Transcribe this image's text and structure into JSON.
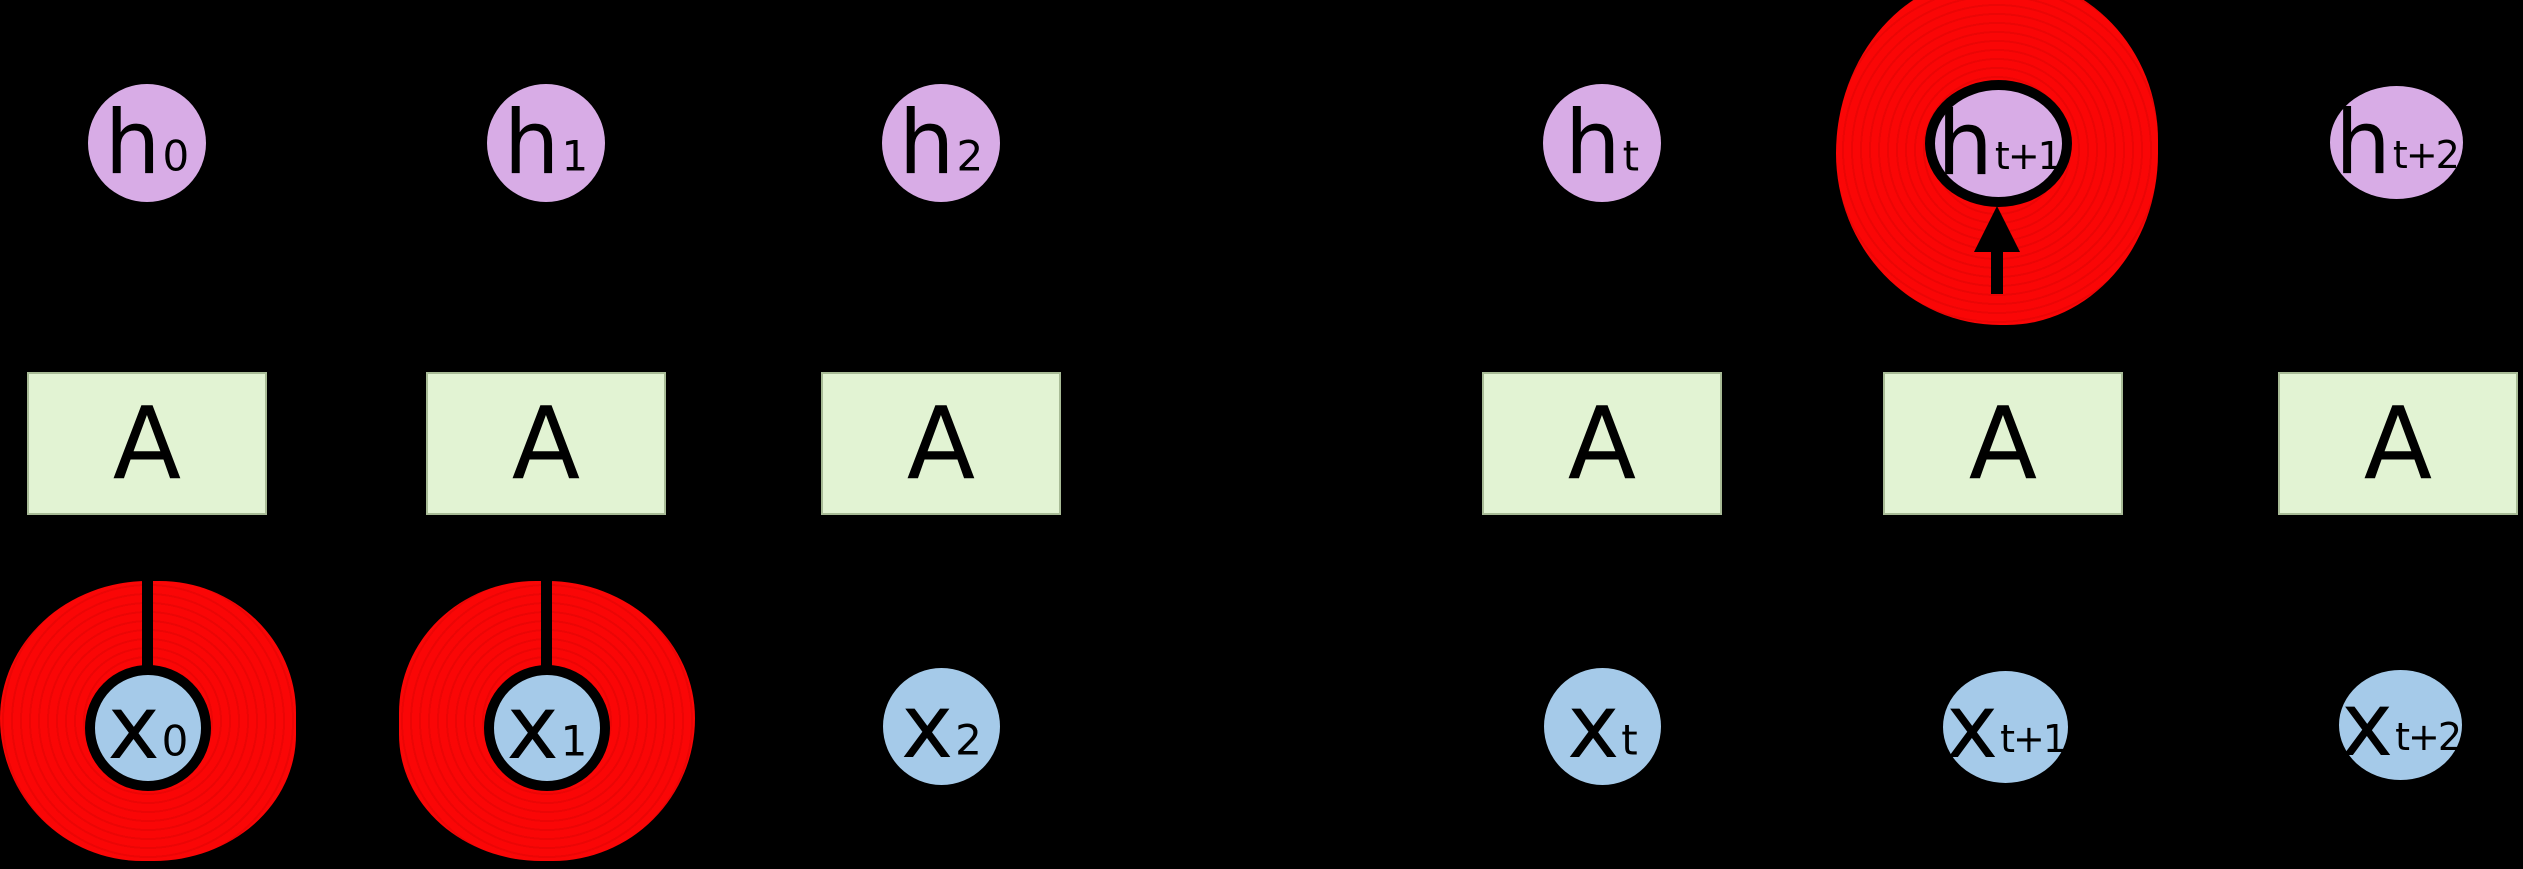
{
  "diagram": {
    "type": "rnn-unrolled-long-term-dependencies",
    "background": "#000000",
    "colors": {
      "hidden_node_fill": "#d8ace6",
      "input_node_fill": "#a5cae9",
      "cell_fill": "#e2f3d3",
      "highlight_red": "#fa0505",
      "ink": "#000000"
    },
    "groups": [
      {
        "h_base": "h",
        "h_sub": "0",
        "a_label": "A",
        "x_base": "x",
        "x_sub": "0",
        "x_highlighted": true,
        "h_highlighted": false
      },
      {
        "h_base": "h",
        "h_sub": "1",
        "a_label": "A",
        "x_base": "x",
        "x_sub": "1",
        "x_highlighted": true,
        "h_highlighted": false
      },
      {
        "h_base": "h",
        "h_sub": "2",
        "a_label": "A",
        "x_base": "x",
        "x_sub": "2",
        "x_highlighted": false,
        "h_highlighted": false
      },
      {
        "h_base": "h",
        "h_sub": "t",
        "a_label": "A",
        "x_base": "x",
        "x_sub": "t",
        "x_highlighted": false,
        "h_highlighted": false
      },
      {
        "h_base": "h",
        "h_sub": "t+1",
        "a_label": "A",
        "x_base": "x",
        "x_sub": "t+1",
        "x_highlighted": false,
        "h_highlighted": true
      },
      {
        "h_base": "h",
        "h_sub": "t+2",
        "a_label": "A",
        "x_base": "x",
        "x_sub": "t+2",
        "x_highlighted": false,
        "h_highlighted": false
      }
    ]
  }
}
